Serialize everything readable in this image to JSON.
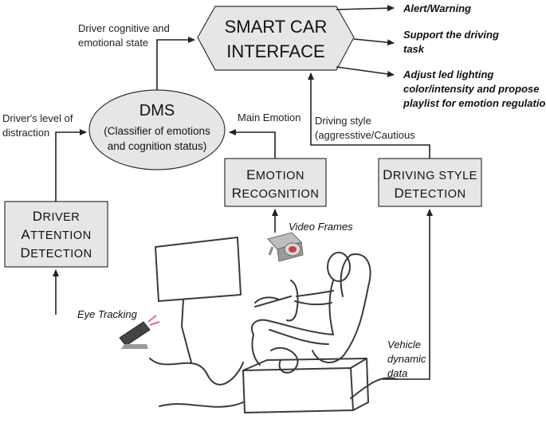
{
  "smart_car_interface": {
    "line1": "SMART CAR",
    "line2": "INTERFACE"
  },
  "outputs": {
    "alert": "Alert/Warning",
    "support_line1": "Support the driving",
    "support_line2": "task",
    "adjust_line1": "Adjust led lighting",
    "adjust_line2": "color/intensity and propose",
    "adjust_line3": "playlist for emotion regulation"
  },
  "dms": {
    "title": "DMS",
    "line1": "(Classifier of emotions",
    "line2": "and cognition status)"
  },
  "labels": {
    "driver_state_line1": "Driver cognitive and",
    "driver_state_line2": "emotional state",
    "distraction_line1": "Driver's level of",
    "distraction_line2": "distraction",
    "main_emotion": "Main Emotion",
    "driving_style_line1": "Driving style",
    "driving_style_line2": "(aggresstive/Cautious"
  },
  "boxes": {
    "emotion": {
      "line1_cap": "E",
      "line1_rest": "MOTION",
      "line2_cap": "R",
      "line2_rest": "ECOGNITION"
    },
    "driving_style": {
      "line1_cap": "D",
      "line1_rest": "RIVING STYLE",
      "line2_cap": "D",
      "line2_rest": "ETECTION"
    },
    "attention": {
      "line1_cap": "D",
      "line1_rest": "RIVER",
      "line2_cap": "A",
      "line2_rest": "TTENTION",
      "line3_cap": "D",
      "line3_rest": "ETECTION"
    }
  },
  "inputs": {
    "video_frames": "Video Frames",
    "eye_tracking": "Eye Tracking",
    "vehicle_line1": "Vehicle",
    "vehicle_line2": "dynamic",
    "vehicle_line3": "data"
  },
  "icons": [
    "camera-icon",
    "eye-tracker-icon"
  ],
  "colors": {
    "box_fill": "#e6e6e6",
    "stroke": "#333333",
    "camera_lens": "#d04040"
  }
}
